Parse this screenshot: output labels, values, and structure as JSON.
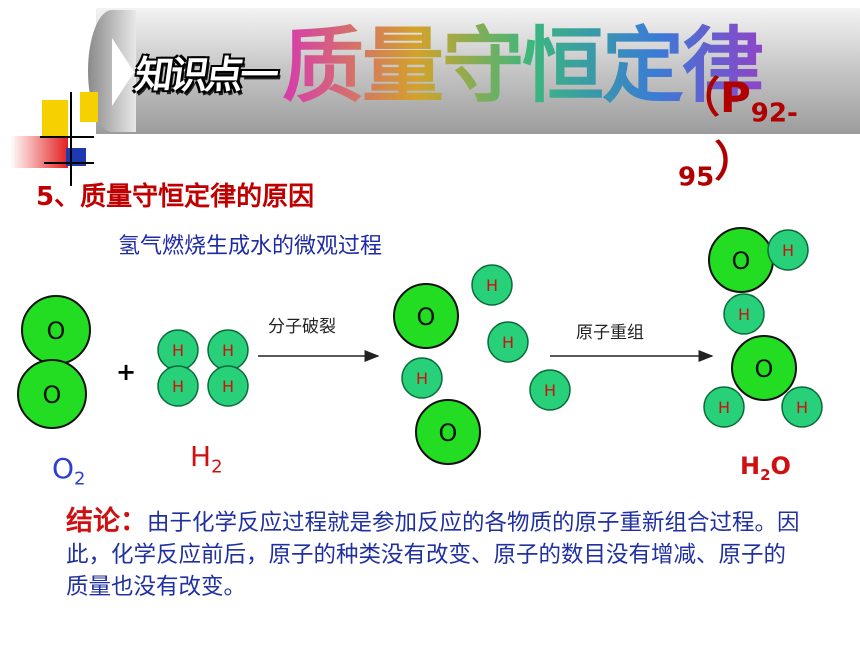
{
  "header": {
    "kp_label": "知识点一",
    "title": "质量守恒定律",
    "page_ref_open": "（P",
    "page_ref_sub": "92-95",
    "page_ref_close": "）"
  },
  "section_title": "5、质量守恒定律的原因",
  "diagram": {
    "subtitle": "氢气燃烧生成水的微观过程",
    "step1_label": "分子破裂",
    "step2_label": "原子重组",
    "plus": "+",
    "oxygen_symbol": "O",
    "hydrogen_symbol": "H",
    "o2_label": "O",
    "o2_sub": "2",
    "h2_label": "H",
    "h2_sub": "2",
    "h2o_label_h": "H",
    "h2o_label_sub": "2",
    "h2o_label_o": "O"
  },
  "conclusion": {
    "label": "结论：",
    "text": "由于化学反应过程就是参加反应的各物质的原子重新组合过程。因此，化学反应前后，原子的种类没有改变、原子的数目没有增减、原子的质量也没有改变。"
  },
  "colors": {
    "atom_fill": "#22dd22",
    "h_atom_fill": "#28d07a",
    "section_red": "#c00000",
    "text_blue": "#2030a0"
  }
}
